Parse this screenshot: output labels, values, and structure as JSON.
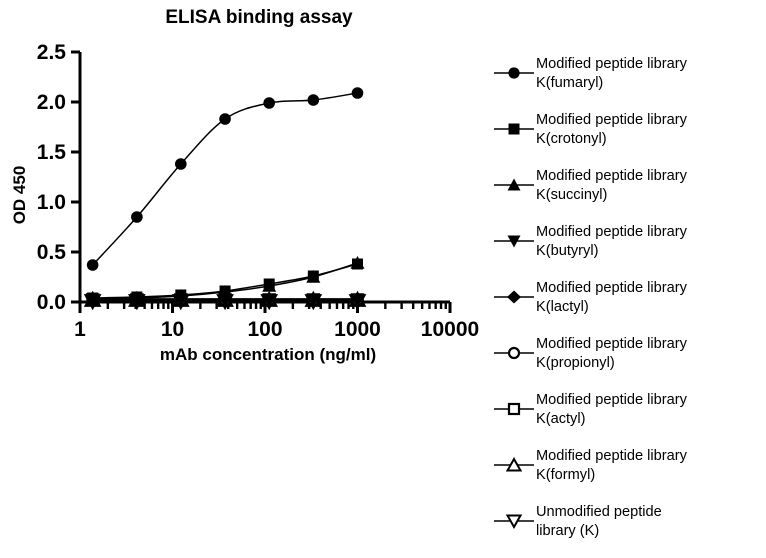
{
  "chart_data": {
    "type": "line",
    "title": "ELISA binding assay",
    "xlabel": "mAb concentration (ng/ml)",
    "ylabel": "OD 450",
    "xscale": "log",
    "xlim": [
      1,
      10000
    ],
    "ylim": [
      0.0,
      2.5
    ],
    "xticks": [
      "1",
      "10",
      "100",
      "1000",
      "10000"
    ],
    "xtick_values": [
      1,
      10,
      100,
      1000,
      10000
    ],
    "yticks": [
      "0.0",
      "0.5",
      "1.0",
      "1.5",
      "2.0",
      "2.5"
    ],
    "ytick_values": [
      0.0,
      0.5,
      1.0,
      1.5,
      2.0,
      2.5
    ],
    "grid": false,
    "legend_position": "right",
    "x": [
      1.37,
      4.12,
      12.3,
      37.0,
      111.0,
      333.0,
      1000.0
    ],
    "series": [
      {
        "name": "Modified peptide library K(fumaryl)",
        "marker": "filled-circle",
        "values": [
          0.37,
          0.85,
          1.38,
          1.83,
          1.99,
          2.02,
          2.09
        ]
      },
      {
        "name": "Modified peptide library K(crotonyl)",
        "marker": "filled-square",
        "values": [
          0.04,
          0.05,
          0.07,
          0.11,
          0.18,
          0.26,
          0.38
        ]
      },
      {
        "name": "Modified peptide library K(succinyl)",
        "marker": "filled-up-triangle",
        "values": [
          0.03,
          0.04,
          0.06,
          0.1,
          0.16,
          0.25,
          0.39
        ]
      },
      {
        "name": "Modified peptide library K(butyryl)",
        "marker": "filled-down-triangle",
        "values": [
          0.03,
          0.03,
          0.03,
          0.03,
          0.03,
          0.03,
          0.03
        ]
      },
      {
        "name": "Modified peptide library K(lactyl)",
        "marker": "filled-diamond",
        "values": [
          0.03,
          0.03,
          0.03,
          0.03,
          0.03,
          0.03,
          0.03
        ]
      },
      {
        "name": "Modified peptide library K(propionyl)",
        "marker": "open-circle",
        "values": [
          0.02,
          0.02,
          0.02,
          0.02,
          0.02,
          0.02,
          0.02
        ]
      },
      {
        "name": "Modified peptide library K(actyl)",
        "marker": "open-square",
        "values": [
          0.02,
          0.02,
          0.02,
          0.02,
          0.02,
          0.02,
          0.02
        ]
      },
      {
        "name": "Modified peptide library K(formyl)",
        "marker": "open-up-triangle",
        "values": [
          0.02,
          0.02,
          0.02,
          0.02,
          0.02,
          0.02,
          0.02
        ]
      },
      {
        "name": "Unmodified peptide library (K)",
        "marker": "open-down-triangle",
        "values": [
          0.01,
          0.01,
          0.01,
          0.01,
          0.01,
          0.01,
          0.01
        ]
      }
    ]
  },
  "title": "ELISA binding assay",
  "axes": {
    "xlabel": "mAb concentration (ng/ml)",
    "ylabel": "OD 450",
    "xticks": [
      "1",
      "10",
      "100",
      "1000",
      "10000"
    ],
    "yticks": [
      "0.0",
      "0.5",
      "1.0",
      "1.5",
      "2.0",
      "2.5"
    ]
  },
  "legend": {
    "items": [
      {
        "label": "Modified peptide library\nK(fumaryl)",
        "marker": "filled-circle-icon"
      },
      {
        "label": "Modified peptide library\nK(crotonyl)",
        "marker": "filled-square-icon"
      },
      {
        "label": "Modified peptide library\nK(succinyl)",
        "marker": "filled-up-triangle-icon"
      },
      {
        "label": "Modified peptide library\nK(butyryl)",
        "marker": "filled-down-triangle-icon"
      },
      {
        "label": "Modified peptide library\nK(lactyl)",
        "marker": "filled-diamond-icon"
      },
      {
        "label": "Modified peptide library\nK(propionyl)",
        "marker": "open-circle-icon"
      },
      {
        "label": "Modified peptide library\nK(actyl)",
        "marker": "open-square-icon"
      },
      {
        "label": "Modified peptide library\nK(formyl)",
        "marker": "open-up-triangle-icon"
      },
      {
        "label": "Unmodified peptide\nlibrary (K)",
        "marker": "open-down-triangle-icon"
      }
    ]
  },
  "colors": {
    "ink": "#000000",
    "background": "#ffffff"
  }
}
